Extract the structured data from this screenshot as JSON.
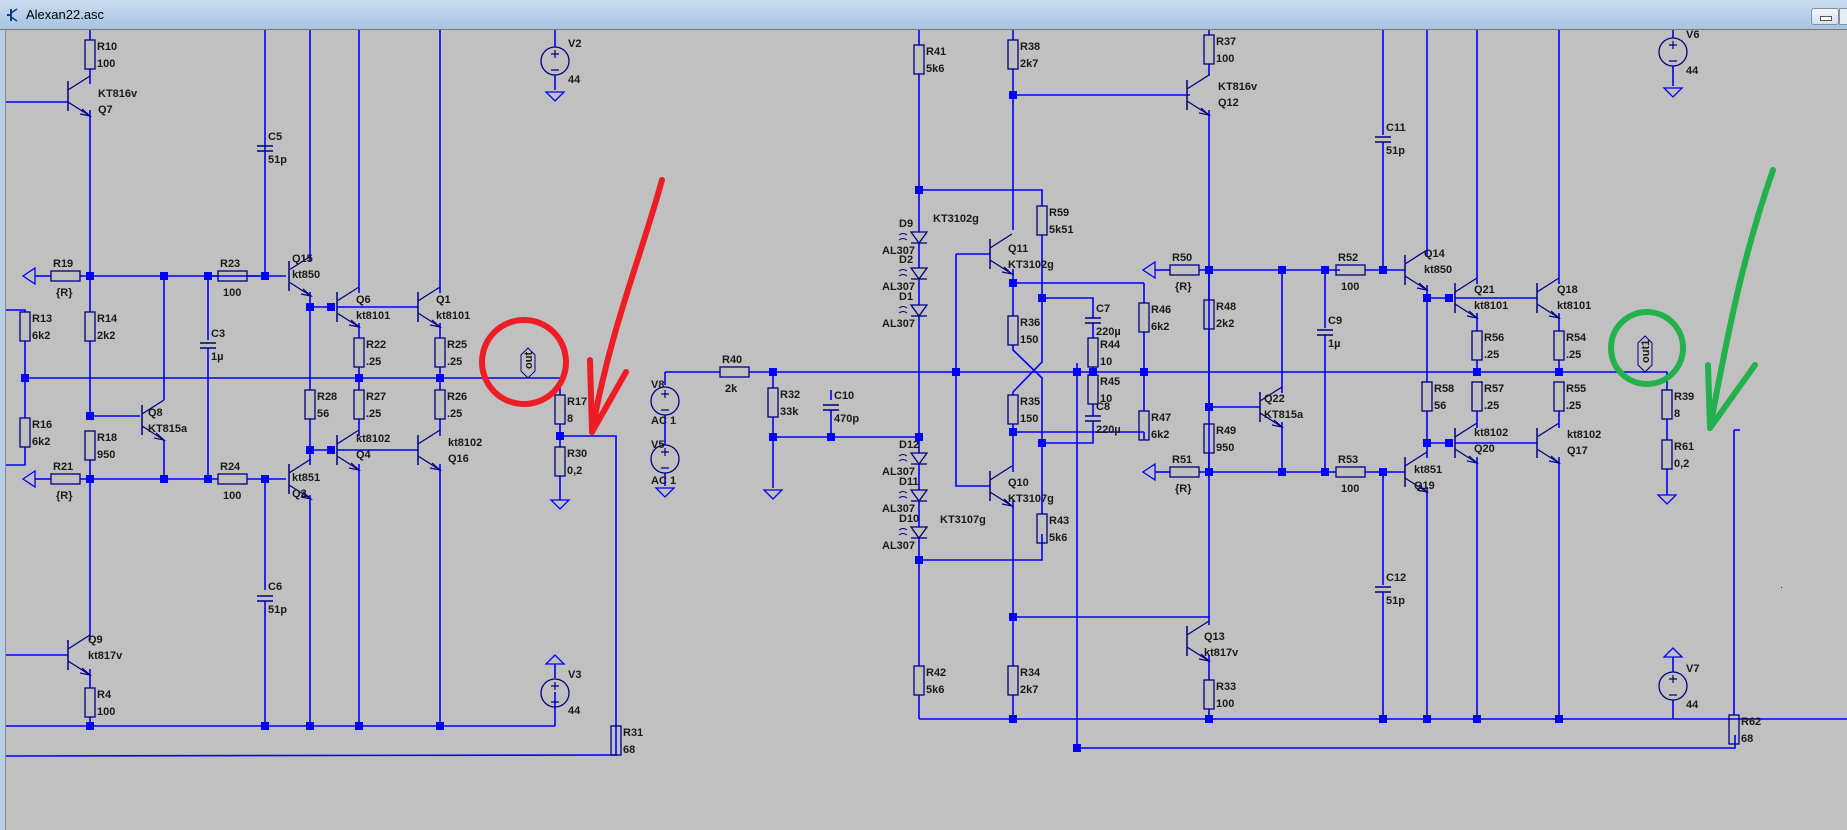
{
  "window": {
    "title": "Alexan22.asc",
    "icon": "ltspice-transistor-icon"
  },
  "colors": {
    "wire": "#0000ff",
    "component": "#000080",
    "background": "#c0c0c0",
    "annotation_red": "#ee1c24",
    "annotation_green": "#22b14c"
  },
  "resistors": [
    {
      "ref": "R10",
      "value": "100"
    },
    {
      "ref": "R19",
      "value": "{R}"
    },
    {
      "ref": "R13",
      "value": "6k2"
    },
    {
      "ref": "R14",
      "value": "2k2"
    },
    {
      "ref": "R16",
      "value": "6k2"
    },
    {
      "ref": "R18",
      "value": "950"
    },
    {
      "ref": "R21",
      "value": "{R}"
    },
    {
      "ref": "R23",
      "value": "100"
    },
    {
      "ref": "R24",
      "value": "100"
    },
    {
      "ref": "R4",
      "value": "100"
    },
    {
      "ref": "R28",
      "value": "56"
    },
    {
      "ref": "R22",
      "value": ".25"
    },
    {
      "ref": "R27",
      "value": ".25"
    },
    {
      "ref": "R25",
      "value": ".25"
    },
    {
      "ref": "R26",
      "value": ".25"
    },
    {
      "ref": "R17",
      "value": "8"
    },
    {
      "ref": "R30",
      "value": "0,2"
    },
    {
      "ref": "R31",
      "value": "68"
    },
    {
      "ref": "R40",
      "value": "2k"
    },
    {
      "ref": "R32",
      "value": "33k"
    },
    {
      "ref": "R41",
      "value": "5k6"
    },
    {
      "ref": "R38",
      "value": "2k7"
    },
    {
      "ref": "R59",
      "value": "5k51"
    },
    {
      "ref": "R36",
      "value": "150"
    },
    {
      "ref": "R35",
      "value": "150"
    },
    {
      "ref": "R44",
      "value": "10"
    },
    {
      "ref": "R45",
      "value": "10"
    },
    {
      "ref": "R43",
      "value": "5k6"
    },
    {
      "ref": "R42",
      "value": "5k6"
    },
    {
      "ref": "R34",
      "value": "2k7"
    },
    {
      "ref": "R46",
      "value": "6k2"
    },
    {
      "ref": "R47",
      "value": "6k2"
    },
    {
      "ref": "R37",
      "value": "100"
    },
    {
      "ref": "R50",
      "value": "{R}"
    },
    {
      "ref": "R48",
      "value": "2k2"
    },
    {
      "ref": "R49",
      "value": "950"
    },
    {
      "ref": "R51",
      "value": "{R}"
    },
    {
      "ref": "R33",
      "value": "100"
    },
    {
      "ref": "R52",
      "value": "100"
    },
    {
      "ref": "R53",
      "value": "100"
    },
    {
      "ref": "R58",
      "value": "56"
    },
    {
      "ref": "R56",
      "value": ".25"
    },
    {
      "ref": "R57",
      "value": ".25"
    },
    {
      "ref": "R54",
      "value": ".25"
    },
    {
      "ref": "R55",
      "value": ".25"
    },
    {
      "ref": "R39",
      "value": "8"
    },
    {
      "ref": "R61",
      "value": "0,2"
    },
    {
      "ref": "R62",
      "value": "68"
    }
  ],
  "capacitors": [
    {
      "ref": "C5",
      "value": "51p"
    },
    {
      "ref": "C3",
      "value": "1µ"
    },
    {
      "ref": "C6",
      "value": "51p"
    },
    {
      "ref": "C10",
      "value": "470p"
    },
    {
      "ref": "C7",
      "value": "220µ"
    },
    {
      "ref": "C8",
      "value": "220µ"
    },
    {
      "ref": "C11",
      "value": "51p"
    },
    {
      "ref": "C9",
      "value": "1µ"
    },
    {
      "ref": "C12",
      "value": "51p"
    }
  ],
  "transistors": [
    {
      "ref": "Q7",
      "model": "KT816v"
    },
    {
      "ref": "Q8",
      "model": "KT815a"
    },
    {
      "ref": "Q9",
      "model": "kt817v"
    },
    {
      "ref": "Q15",
      "model": "kt850"
    },
    {
      "ref": "Q2",
      "model": "kt851"
    },
    {
      "ref": "Q6",
      "model": "kt8101"
    },
    {
      "ref": "Q1",
      "model": "kt8101"
    },
    {
      "ref": "Q4",
      "model": "kt8102"
    },
    {
      "ref": "Q16",
      "model": "kt8102"
    },
    {
      "ref": "Q11",
      "model": "KT3102g"
    },
    {
      "ref": "Q10",
      "model": "KT3107g"
    },
    {
      "ref": "Q12",
      "model": "KT816v"
    },
    {
      "ref": "Q22",
      "model": "KT815a"
    },
    {
      "ref": "Q13",
      "model": "kt817v"
    },
    {
      "ref": "Q14",
      "model": "kt850"
    },
    {
      "ref": "Q19",
      "model": "kt851"
    },
    {
      "ref": "Q21",
      "model": "kt8101"
    },
    {
      "ref": "Q18",
      "model": "kt8101"
    },
    {
      "ref": "Q20",
      "model": "kt8102"
    },
    {
      "ref": "Q17",
      "model": "kt8102"
    }
  ],
  "diodes": [
    {
      "ref": "D9",
      "model": "AL307"
    },
    {
      "ref": "D2",
      "model": "AL307"
    },
    {
      "ref": "D1",
      "model": "AL307"
    },
    {
      "ref": "D12",
      "model": "AL307"
    },
    {
      "ref": "D11",
      "model": "AL307"
    },
    {
      "ref": "D10",
      "model": "AL307"
    }
  ],
  "sources": [
    {
      "ref": "V2",
      "value": "44"
    },
    {
      "ref": "V3",
      "value": "44"
    },
    {
      "ref": "V8",
      "value": "AC 1"
    },
    {
      "ref": "V5",
      "value": "AC 1"
    },
    {
      "ref": "V6",
      "value": "44"
    },
    {
      "ref": "V7",
      "value": "44"
    }
  ],
  "net_labels": [
    {
      "name": "out"
    },
    {
      "name": "out1"
    }
  ]
}
